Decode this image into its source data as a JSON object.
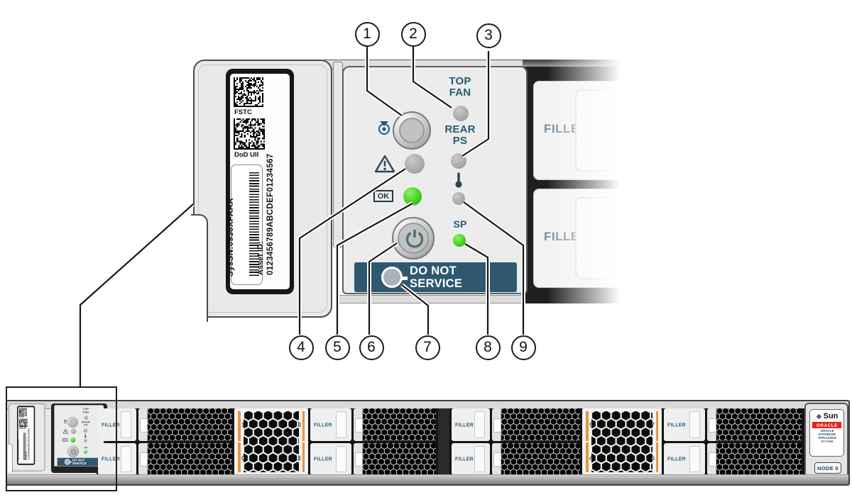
{
  "callouts": [
    "1",
    "2",
    "3",
    "4",
    "5",
    "6",
    "7",
    "8",
    "9"
  ],
  "control_panel": {
    "top_fan": [
      "TOP",
      "FAN"
    ],
    "rear_ps": [
      "REAR",
      "PS"
    ],
    "ok": "OK",
    "sp": "SP",
    "do_not_service": [
      "DO NOT",
      "SERVICE"
    ]
  },
  "service_label": {
    "fstc": "FSTC",
    "dod_uii": "DoD UII",
    "syssn": "SysSN:0938XFAAA",
    "asset_id_title": "Asset ID:",
    "asset_id_value": "0123456789ABCDEF01234567"
  },
  "server": {
    "filler": "FILLER",
    "left_disk_numbers": {
      "top_left": "1",
      "top_right": "3",
      "bottom_left": "0",
      "bottom_right": "2"
    },
    "right_disk_numbers": {
      "top_left": "5",
      "top_right": "7",
      "bottom_left": "4",
      "bottom_right": "6"
    },
    "right_ear": {
      "sun": "Sun",
      "oracle": "ORACLE",
      "product_lines": [
        "ORACLE",
        "DATABASE",
        "APPLIANCE",
        "X7-2-HA"
      ],
      "node": "NODE 0"
    }
  },
  "colors": {
    "navy": "#275a77",
    "led_green": "#3ecf1d",
    "led_gray": "#ababab",
    "banner": "#2f5870",
    "orange": "#e7953e",
    "oracle_red": "#e2231a"
  }
}
